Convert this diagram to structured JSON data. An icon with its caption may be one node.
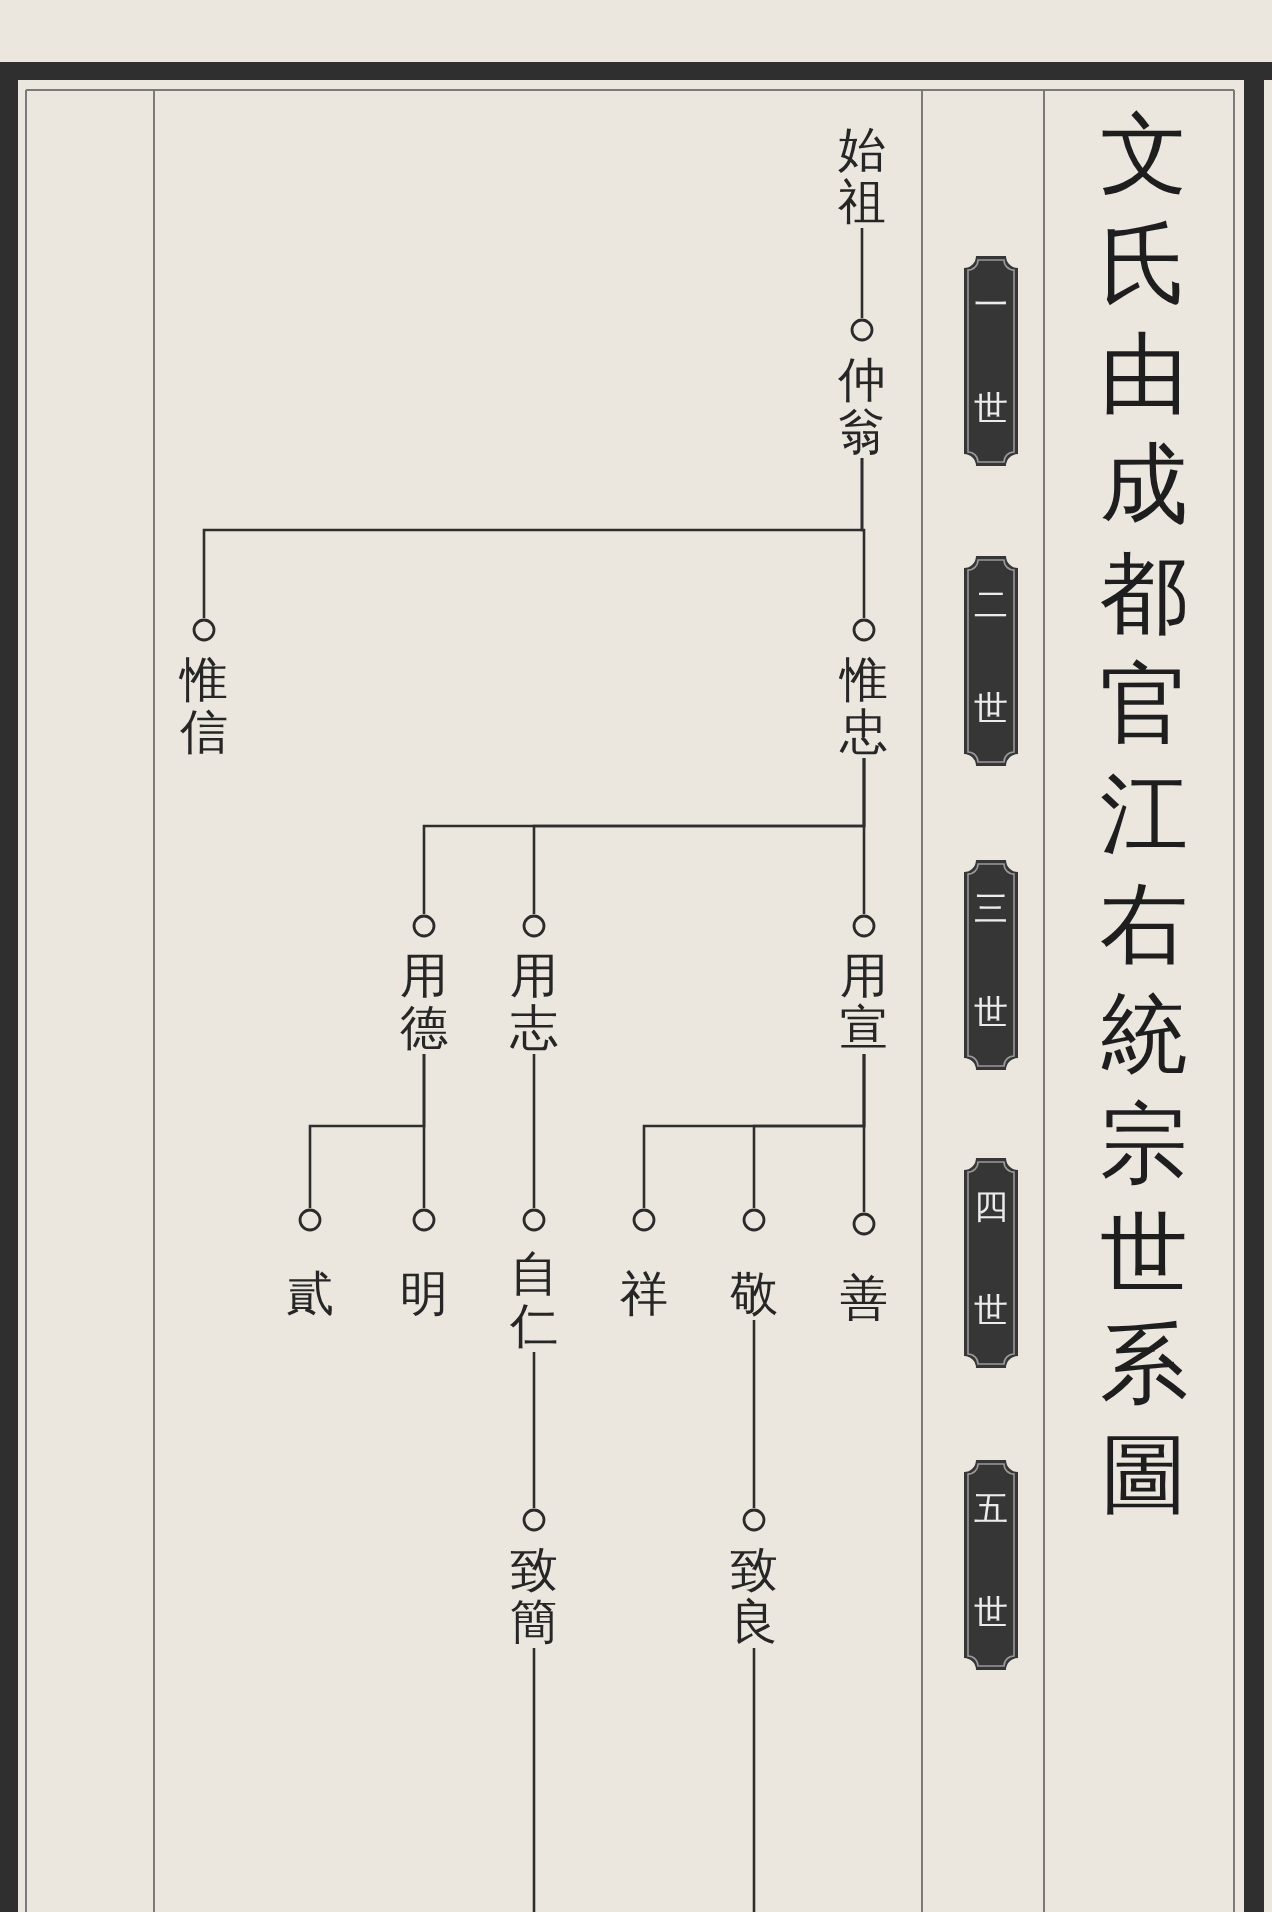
{
  "diagram": {
    "title": "文氏由成都官江右統宗世系圖",
    "nodes": [
      {
        "text": [
          "一世"
        ]
      },
      {
        "text": [
          "二世"
        ]
      },
      {
        "text": [
          "三世"
        ]
      },
      {
        "text": [
          "四世"
        ]
      },
      {
        "text": [
          "五世"
        ]
      },
      {
        "text": [
          "始祖"
        ]
      },
      {
        "text": [
          "仲翁"
        ]
      },
      {
        "text": [
          "惟忠"
        ]
      },
      {
        "text": [
          "惟信"
        ]
      },
      {
        "text": [
          "用宣"
        ]
      },
      {
        "text": [
          "用志"
        ]
      },
      {
        "text": [
          "用德"
        ]
      },
      {
        "text": [
          "善"
        ]
      },
      {
        "text": [
          "敬"
        ]
      },
      {
        "text": [
          "祥"
        ]
      },
      {
        "text": [
          "自仁"
        ]
      },
      {
        "text": [
          "明"
        ]
      },
      {
        "text": [
          "貳"
        ]
      },
      {
        "text": [
          "致良"
        ]
      },
      {
        "text": [
          "致簡"
        ]
      }
    ],
    "edges": [
      {
        "from": 5,
        "to": 6,
        "arrow": "none"
      },
      {
        "from": 6,
        "to": 7,
        "arrow": "none"
      },
      {
        "from": 6,
        "to": 8,
        "arrow": "none"
      },
      {
        "from": 7,
        "to": 9,
        "arrow": "none"
      },
      {
        "from": 7,
        "to": 10,
        "arrow": "none"
      },
      {
        "from": 7,
        "to": 11,
        "arrow": "none"
      },
      {
        "from": 9,
        "to": 12,
        "arrow": "none"
      },
      {
        "from": 9,
        "to": 13,
        "arrow": "none"
      },
      {
        "from": 9,
        "to": 14,
        "arrow": "none"
      },
      {
        "from": 10,
        "to": 15,
        "arrow": "none"
      },
      {
        "from": 11,
        "to": 16,
        "arrow": "none"
      },
      {
        "from": 11,
        "to": 17,
        "arrow": "none"
      },
      {
        "from": 13,
        "to": 18,
        "arrow": "none"
      },
      {
        "from": 15,
        "to": 19,
        "arrow": "none"
      },
      {
        "from": 18,
        "to": null,
        "arrow": "none"
      },
      {
        "from": 19,
        "to": null,
        "arrow": "none"
      }
    ]
  }
}
